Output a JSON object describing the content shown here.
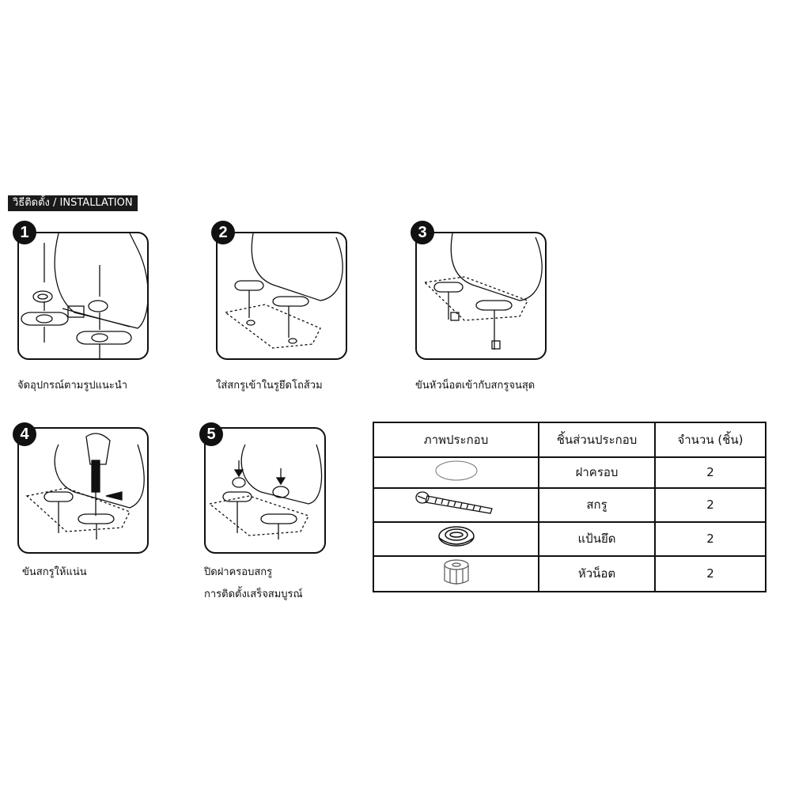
{
  "header": "วิธีติดตั้ง / INSTALLATION",
  "steps": [
    {
      "number": "1",
      "caption": "จัดอุปกรณ์ตามรูปแนะนำ"
    },
    {
      "number": "2",
      "caption": "ใส่สกรูเข้าในรูยึดโถส้วม"
    },
    {
      "number": "3",
      "caption": "ขันหัวน็อตเข้ากับสกรูจนสุด"
    },
    {
      "number": "4",
      "caption": "ขันสกรูให้แน่น"
    },
    {
      "number": "5",
      "caption": "ปิดฝาครอบสกรู",
      "caption2": "การติดตั้งเสร็จสมบูรณ์"
    }
  ],
  "parts_table": {
    "headers": [
      "ภาพประกอบ",
      "ชิ้นส่วนประกอบ",
      "จำนวน (ชิ้น)"
    ],
    "rows": [
      {
        "icon": "cap-icon",
        "name": "ฝาครอบ",
        "qty": "2"
      },
      {
        "icon": "screw-icon",
        "name": "สกรู",
        "qty": "2"
      },
      {
        "icon": "washer-icon",
        "name": "แป้นยึด",
        "qty": "2"
      },
      {
        "icon": "nut-icon",
        "name": "หัวน็อต",
        "qty": "2"
      }
    ]
  }
}
